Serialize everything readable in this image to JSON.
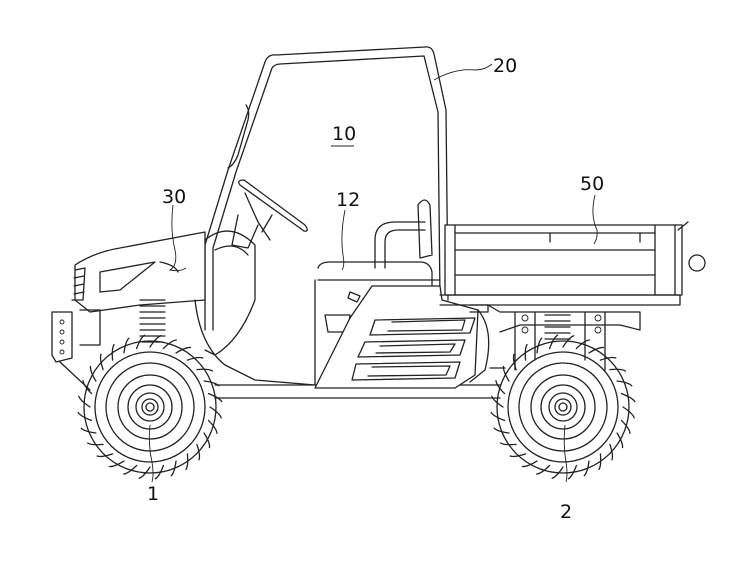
{
  "figure": {
    "type": "patent-drawing",
    "subject": "utility vehicle side view",
    "reference_labels": [
      {
        "id": "label-20",
        "text": "20",
        "target": "roll-cage",
        "underlined": false
      },
      {
        "id": "label-10",
        "text": "10",
        "target": "cabin",
        "underlined": true
      },
      {
        "id": "label-30",
        "text": "30",
        "target": "front-hood",
        "underlined": false
      },
      {
        "id": "label-12",
        "text": "12",
        "target": "seat",
        "underlined": false
      },
      {
        "id": "label-50",
        "text": "50",
        "target": "cargo-bed",
        "underlined": false
      },
      {
        "id": "label-1",
        "text": "1",
        "target": "front-wheel",
        "underlined": false
      },
      {
        "id": "label-2",
        "text": "2",
        "target": "rear-wheel",
        "underlined": false
      }
    ],
    "colors": {
      "line": "#222222",
      "background": "#ffffff"
    }
  }
}
